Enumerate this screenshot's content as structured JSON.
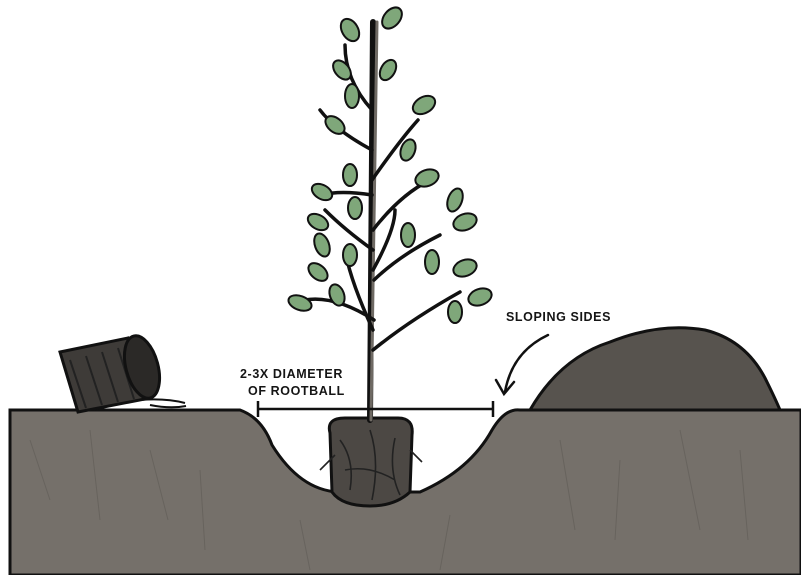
{
  "labels": {
    "diameter_line1": "2-3X DIAMETER",
    "diameter_line2": "OF ROOTBALL",
    "sloping_sides": "SLOPING SIDES"
  },
  "colors": {
    "soil": "#75706a",
    "soil_dark": "#5a5651",
    "mound": "#57534e",
    "rootball": "#4c4844",
    "trunk": "#6f6a64",
    "leaf": "#7fa77a",
    "leaf_dark": "#5c8a5a",
    "outline": "#111111",
    "pot": "#3e3b38"
  },
  "icons": {
    "pot": "overturned-nursery-pot",
    "tree": "young-tree",
    "rootball": "rootball",
    "mound": "backfill-soil-mound",
    "arrow": "curved-arrow"
  }
}
